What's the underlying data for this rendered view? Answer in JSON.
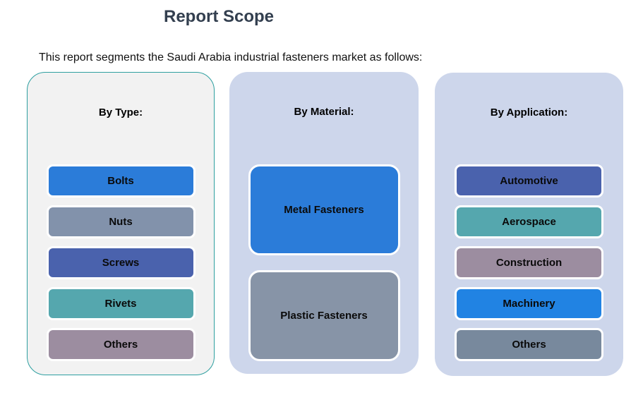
{
  "page": {
    "title": "Report Scope",
    "subtitle": "This report segments the Saudi Arabia industrial fasteners market as follows:"
  },
  "colors": {
    "title_text": "#333F4F",
    "type_panel_background": "#F2F2F2",
    "type_panel_border": "#2E9FA0",
    "blue_panel_background": "#CDD6EB",
    "box_outline": "#FFFFFF"
  },
  "columns": [
    {
      "id": "type",
      "header": "By Type:",
      "bg": "#F2F2F2",
      "border_color": "#2E9FA0",
      "items": [
        {
          "label": "Bolts",
          "color": "#2B7CD9"
        },
        {
          "label": "Nuts",
          "color": "#8292AB"
        },
        {
          "label": "Screws",
          "color": "#4A62AD"
        },
        {
          "label": "Rivets",
          "color": "#55A7AE"
        },
        {
          "label": "Others",
          "color": "#9C8DA0"
        }
      ]
    },
    {
      "id": "material",
      "header": "By Material:",
      "bg": "#CDD6EB",
      "border_color": "",
      "items": [
        {
          "label": "Metal Fasteners",
          "color": "#2B7CD9"
        },
        {
          "label": "Plastic Fasteners",
          "color": "#8794A7"
        }
      ]
    },
    {
      "id": "application",
      "header": "By Application:",
      "bg": "#CDD6EB",
      "border_color": "",
      "items": [
        {
          "label": "Automotive",
          "color": "#4A62AD"
        },
        {
          "label": "Aerospace",
          "color": "#55A7AE"
        },
        {
          "label": "Construction",
          "color": "#9C8DA0"
        },
        {
          "label": "Machinery",
          "color": "#2183E3"
        },
        {
          "label": "Others",
          "color": "#78899D"
        }
      ]
    }
  ]
}
